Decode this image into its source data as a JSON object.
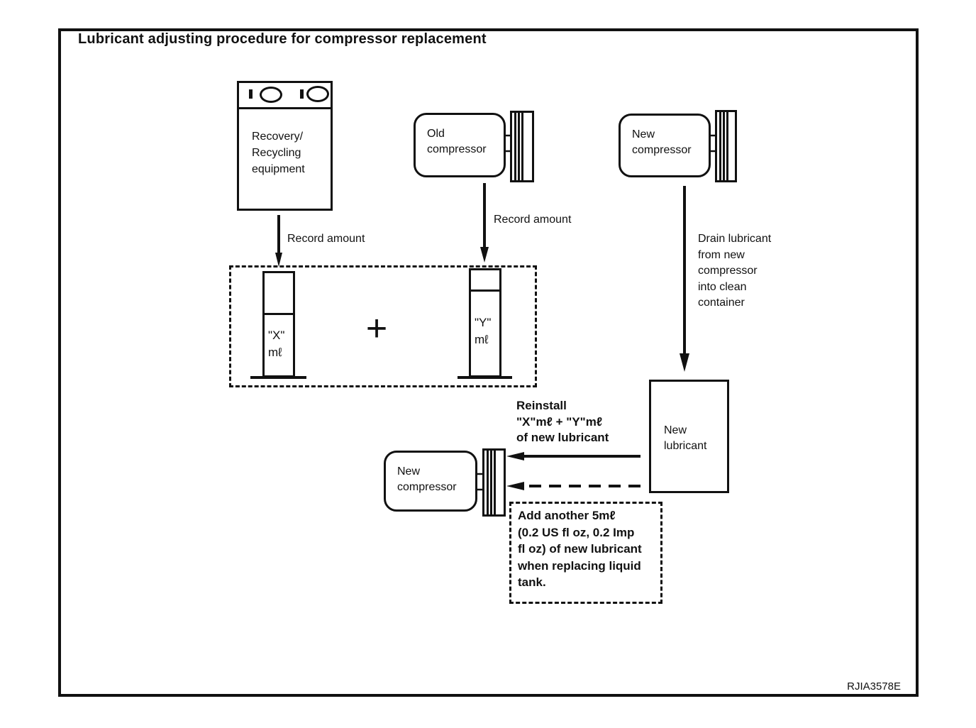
{
  "title": "Lubricant adjusting procedure for compressor replacement",
  "figure_code": "RJIA3578E",
  "equipment": {
    "recovery": "Recovery/\nRecycling\nequipment",
    "old_compressor": "Old\ncompressor",
    "new_compressor_top": "New\ncompressor",
    "new_compressor_bottom": "New\ncompressor",
    "new_lubricant": "New\nlubricant"
  },
  "measurements": {
    "cylinder_x": "\"X\"\nmℓ",
    "plus_sign": "+",
    "cylinder_y": "\"Y\"\nmℓ"
  },
  "annotations": {
    "record_amount_left": "Record amount",
    "record_amount_right": "Record amount",
    "drain_note": "Drain lubricant\nfrom new\ncompressor\ninto clean\ncontainer",
    "reinstall_note": "Reinstall\n\"X\"mℓ + \"Y\"mℓ\nof new lubricant",
    "add_note": "Add another 5mℓ\n(0.2 US fl oz, 0.2 Imp\n fl oz) of new lubricant\nwhen replacing liquid\ntank."
  },
  "colors": {
    "ink": "#111111",
    "background": "#ffffff"
  }
}
